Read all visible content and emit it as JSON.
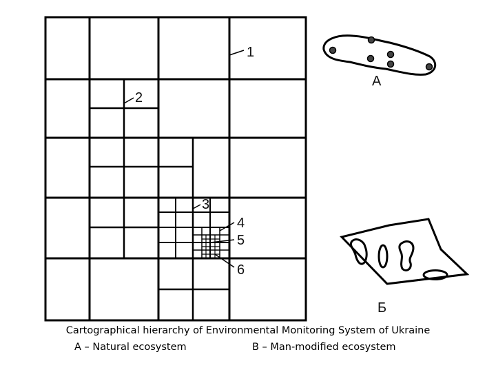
{
  "diagram": {
    "grid_labels": [
      "1",
      "2",
      "3",
      "4",
      "5",
      "6"
    ],
    "ecosystem_a_label": "А",
    "ecosystem_b_label": "Б"
  },
  "caption": {
    "title": "Cartographical hierarchy of Environmental Monitoring System of Ukraine",
    "legend_a": "A – Natural  ecosystem",
    "legend_b": "B – Man-modified ecosystem"
  },
  "colors": {
    "line": "#000000",
    "dot": "#444444",
    "background": "#ffffff"
  }
}
